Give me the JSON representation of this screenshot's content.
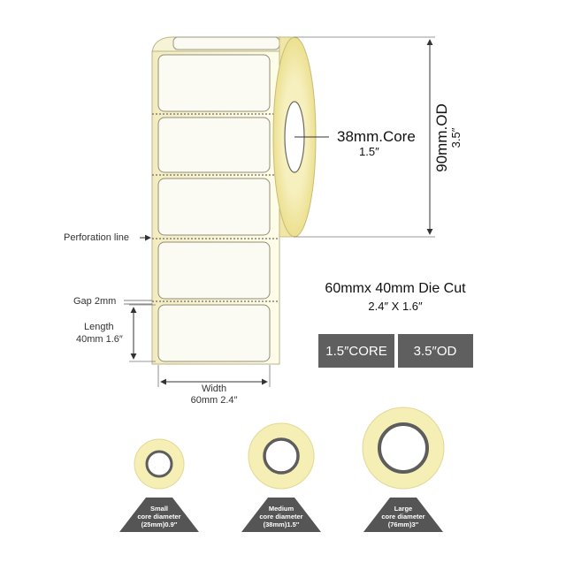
{
  "roll": {
    "core_label": "38mm.Core",
    "core_label_inch": "1.5″",
    "od_label": "90mm.OD",
    "od_label_inch": "3.5″",
    "perforation_label": "Perforation line",
    "gap_label": "Gap 2mm",
    "length_label": "Length",
    "length_value": "40mm 1.6″",
    "width_label": "Width",
    "width_value": "60mm 2.4″"
  },
  "spec": {
    "title": "60mmx 40mm Die Cut",
    "subtitle": "2.4″  X 1.6″"
  },
  "badges": [
    {
      "label": "1.5″CORE"
    },
    {
      "label": "3.5″OD"
    }
  ],
  "core_options": [
    {
      "line1": "Small",
      "line2": "core diameter",
      "line3": "(25mm)0.9″"
    },
    {
      "line1": "Medium",
      "line2": "core diameter",
      "line3": "(38mm)1.5″"
    },
    {
      "line1": "Large",
      "line2": "core diameter",
      "line3": "(76mm)3″"
    }
  ],
  "colors": {
    "label_fill": "#fbfbf3",
    "roll_side": "#f3ecb4",
    "roll_side_dark": "#e7dc8e",
    "badge": "#5f5f5f",
    "core_disc": "#f4eeb0"
  }
}
